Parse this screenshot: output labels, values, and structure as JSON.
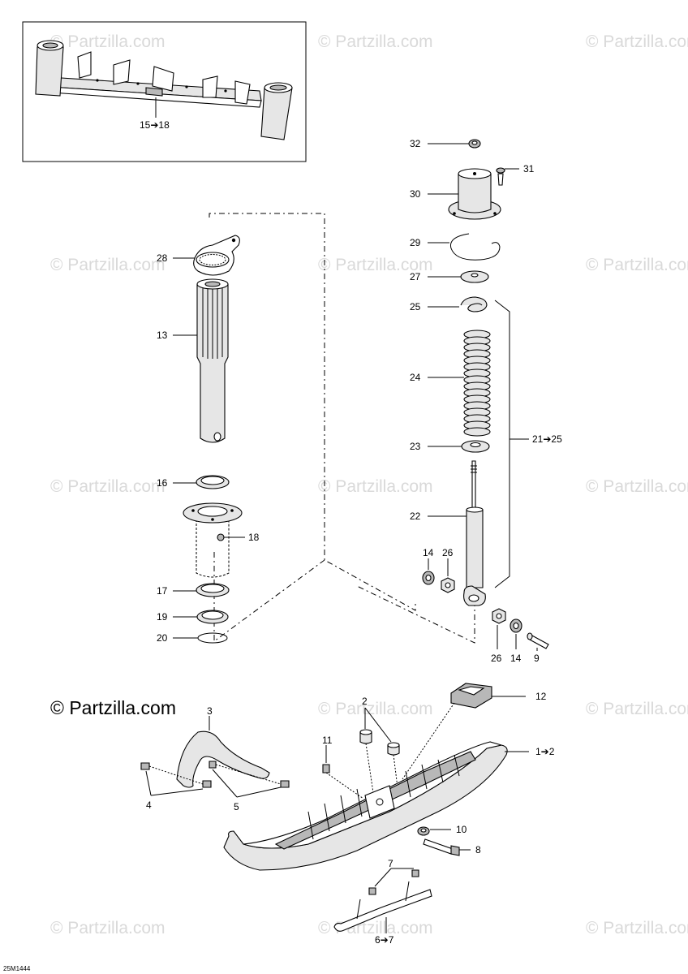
{
  "diagram": {
    "drawing_code": "25M1444",
    "credit": "© Partzilla.com",
    "watermark": "© Partzilla.com"
  },
  "callouts": {
    "c15_18": "15➔18",
    "c32": "32",
    "c31": "31",
    "c30": "30",
    "c29": "29",
    "c28": "28",
    "c27": "27",
    "c25": "25",
    "c13": "13",
    "c24": "24",
    "c21_25": "21➔25",
    "c23": "23",
    "c16": "16",
    "c22": "22",
    "c18": "18",
    "c14a": "14",
    "c26a": "26",
    "c17": "17",
    "c19": "19",
    "c20": "20",
    "c26b": "26",
    "c14b": "14",
    "c9": "9",
    "c3": "3",
    "c2": "2",
    "c12": "12",
    "c11": "11",
    "c1_2": "1➔2",
    "c4": "4",
    "c5": "5",
    "c10": "10",
    "c8": "8",
    "c7": "7",
    "c6_7": "6➔7"
  }
}
